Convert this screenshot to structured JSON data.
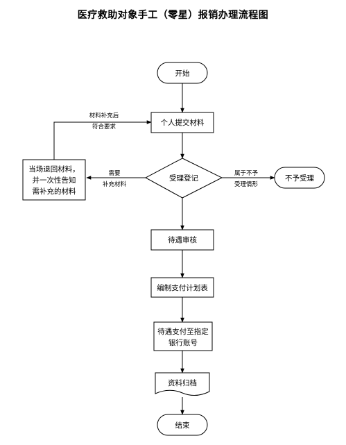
{
  "title": "医疗救助对象手工（零星）报销办理流程图",
  "nodes": {
    "start": "开始",
    "submit": "个人提交材料",
    "register": "受理登记",
    "reject": "不予受理",
    "supplement": [
      "当场退回材料，",
      "并一次性告知",
      "需补充的材料"
    ],
    "review": "待遇审核",
    "plan": "编制支付计划表",
    "pay": [
      "待遇支付至指定",
      "银行账号"
    ],
    "archive": "资料归档",
    "end": "结束"
  },
  "notes": {
    "resubmit": [
      "材料补充后",
      "符合要求"
    ],
    "need_supplement": [
      "需要",
      "补充材料"
    ],
    "not_accept": [
      "属于不予",
      "受理情形"
    ]
  }
}
